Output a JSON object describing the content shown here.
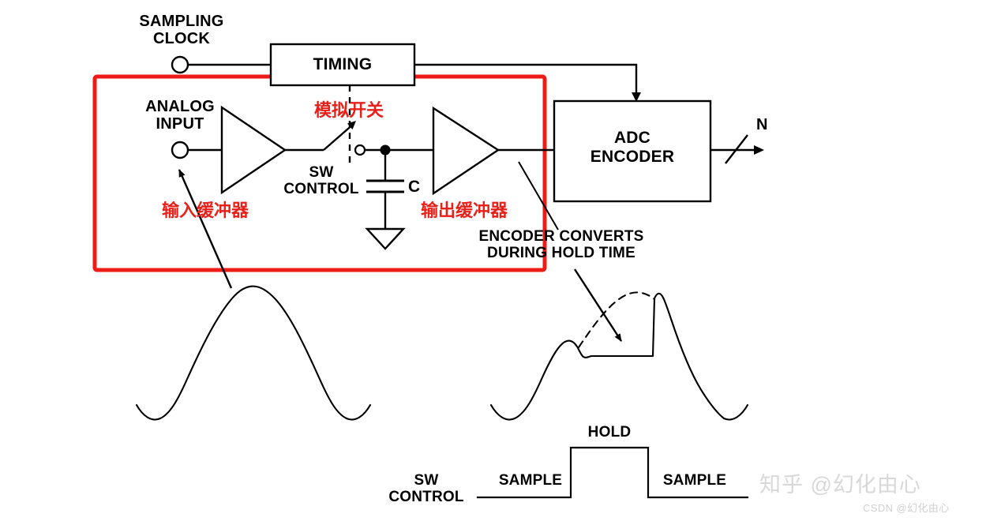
{
  "diagram": {
    "title": "Sample-and-Hold / ADC Encoder Block Diagram",
    "colors": {
      "line": "#000000",
      "highlight_red": "#ed1c16",
      "red_text": "#e8201a",
      "background": "#ffffff",
      "watermark": "#d8d8d8"
    },
    "labels": {
      "sampling_clock": "SAMPLING\nCLOCK",
      "analog_input": "ANALOG\nINPUT",
      "timing": "TIMING",
      "sw_control": "SW\nCONTROL",
      "capacitor": "C",
      "adc_encoder": "ADC\nENCODER",
      "output_bits": "N",
      "encoder_converts": "ENCODER CONVERTS\nDURING HOLD TIME",
      "sw_control_wave": "SW\nCONTROL",
      "sample_left": "SAMPLE",
      "hold": "HOLD",
      "sample_right": "SAMPLE"
    },
    "annotations_cn": {
      "analog_switch": "模拟开关",
      "input_buffer": "输入缓冲器",
      "output_buffer": "输出缓冲器"
    },
    "watermark": {
      "primary": "知乎 @幻化由心",
      "secondary": "CSDN @幻化由心"
    }
  },
  "chart_data": {
    "type": "line",
    "title": "Sample-and-Hold Waveforms",
    "xlabel": "",
    "ylabel": "",
    "series": [
      {
        "name": "analog-input-waveform",
        "description": "Continuous sinusoidal analog input signal before sampling",
        "style": "solid"
      },
      {
        "name": "sampled-held-waveform",
        "description": "Sampled and held output: tracks input during SAMPLE, flat during HOLD",
        "style": "solid"
      },
      {
        "name": "original-signal-ghost",
        "description": "Dashed trace showing the original analog peak lost during hold time",
        "style": "dashed"
      },
      {
        "name": "sw-control-timing",
        "description": "Switch control logic waveform: SAMPLE low, HOLD high, SAMPLE low",
        "style": "square",
        "states": [
          "SAMPLE",
          "HOLD",
          "SAMPLE"
        ]
      }
    ]
  }
}
